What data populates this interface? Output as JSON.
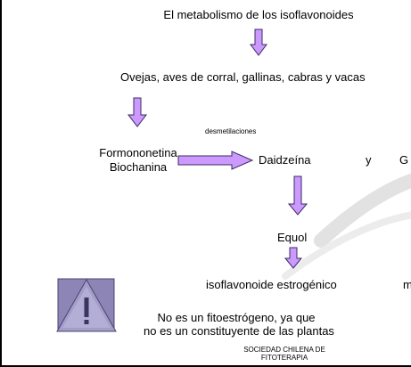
{
  "title": "El metabolismo de los isoflavonoides",
  "animals": "Ovejas, aves de corral, gallinas, cabras y vacas",
  "demethylation_label": "desmetilaciones",
  "precursors": [
    "Formononetina",
    "Biochanina"
  ],
  "products": {
    "daidzein": "Daidzeína",
    "conjunction": "y",
    "genistein_partial": "G"
  },
  "equol": "Equol",
  "estrogenic": "isoflavonoide estrogénico",
  "partial_right": "m",
  "note_lines": [
    "No es un fitoestrógeno, ya que",
    "no es un constituyente de las plantas"
  ],
  "footer_lines": [
    "SOCIEDAD CHILENA DE",
    "FITOTERAPIA"
  ],
  "colors": {
    "arrow_fill": "#cc99ff",
    "arrow_stroke": "#3b2a66",
    "warning_fill": "#9088b8",
    "warning_stroke": "#4a4470",
    "swoosh": "#e2e2e2"
  }
}
